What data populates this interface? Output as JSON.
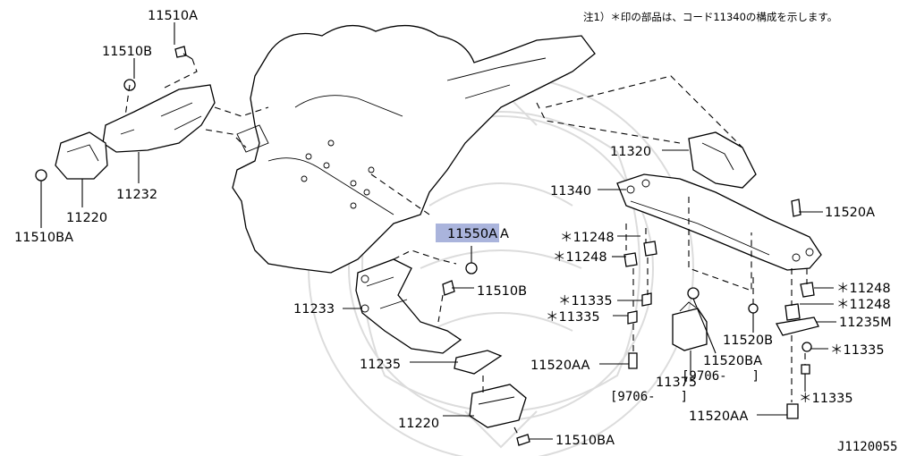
{
  "note": "注1）＊印の部品は、コード11340の構成を示します。",
  "diagram_code": "J1120055",
  "labels": {
    "l11510A": "11510A",
    "l11510B_top": "11510B",
    "l11232": "11232",
    "l11220_left": "11220",
    "l11510BA_left": "11510BA",
    "l11550A_box": "11550A",
    "l11550A_suffix": "A",
    "l11510B_mid": "11510B",
    "l11233": "11233",
    "l11235": "11235",
    "l11220_bottom": "11220",
    "l11510BA_bottom": "11510BA",
    "l11320": "11320",
    "l11340": "11340",
    "l11520A": "11520A",
    "l11248_1": "＊11248",
    "l11248_2": "＊11248",
    "l11335_1": "＊11335",
    "l11335_2": "＊11335",
    "l11520AA_left": "11520AA",
    "l11375": "11375",
    "l11375_date": "[9706-　　]",
    "l11520BA": "11520BA",
    "l11520BA_date": "[9706-　　]",
    "l11520B": "11520B",
    "l11248_r1": "＊11248",
    "l11248_r2": "＊11248",
    "l11235M": "11235M",
    "l11335_r1": "＊11335",
    "l11335_r2": "＊11335",
    "l11520AA_right": "11520AA"
  },
  "highlight_color": "#aab4dc"
}
